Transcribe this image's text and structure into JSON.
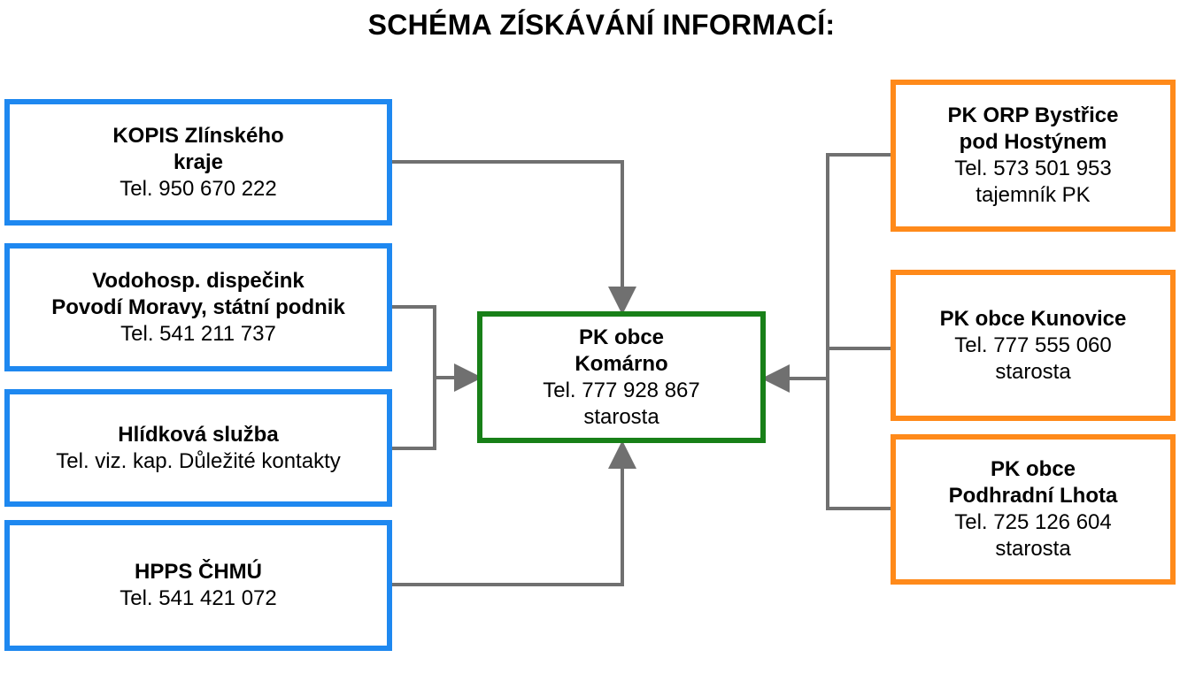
{
  "title": "SCHÉMA ZÍSKÁVÁNÍ INFORMACÍ:",
  "colors": {
    "left_border": "#1e88f0",
    "right_border": "#ff8a1a",
    "center_border": "#188018",
    "connector": "#707070"
  },
  "left_boxes": [
    {
      "bold_lines": [
        "KOPIS Zlínského",
        "kraje"
      ],
      "lines": [
        "Tel. 950 670 222"
      ]
    },
    {
      "bold_lines": [
        "Vodohosp. dispečink",
        "Povodí Moravy, státní podnik"
      ],
      "lines": [
        "Tel. 541 211 737"
      ]
    },
    {
      "bold_lines": [
        "Hlídková služba"
      ],
      "lines": [
        "Tel. viz. kap. Důležité kontakty"
      ]
    },
    {
      "bold_lines": [
        "HPPS ČHMÚ"
      ],
      "lines": [
        "Tel. 541 421 072"
      ]
    }
  ],
  "center_box": {
    "bold_lines": [
      "PK obce",
      "Komárno"
    ],
    "lines": [
      "Tel. 777 928 867",
      "starosta"
    ]
  },
  "right_boxes": [
    {
      "bold_lines": [
        "PK ORP Bystřice",
        "pod Hostýnem"
      ],
      "lines": [
        "Tel. 573 501 953",
        "tajemník PK"
      ]
    },
    {
      "bold_lines": [
        "PK obce Kunovice"
      ],
      "lines": [
        "Tel. 777 555 060",
        "starosta"
      ]
    },
    {
      "bold_lines": [
        "PK obce",
        "Podhradní Lhota"
      ],
      "lines": [
        "Tel. 725 126 604",
        "starosta"
      ]
    }
  ]
}
